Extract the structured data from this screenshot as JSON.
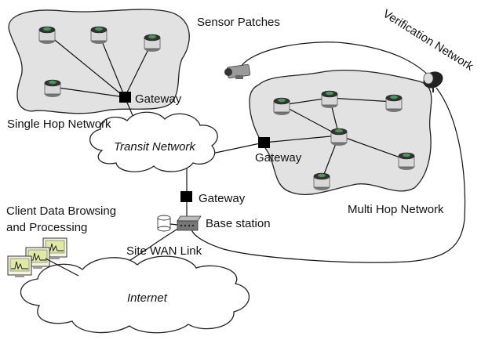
{
  "labels": {
    "sensor_patches": "Sensor Patches",
    "verification_network": "Verification Network",
    "single_hop_network": "Single Hop Network",
    "transit_network": "Transit Network",
    "multi_hop_network": "Multi Hop Network",
    "gateway": "Gateway",
    "base_station": "Base station",
    "client_data_line1": "Client Data Browsing",
    "client_data_line2": "and Processing",
    "site_wan_link": "Site WAN Link",
    "internet": "Internet"
  },
  "icons": {
    "sensor": "sensor-node-icon",
    "gateway": "gateway-box-icon",
    "camera": "camera-icon",
    "spotlight": "spotlight-icon",
    "base_station": "base-station-icon",
    "database": "database-icon",
    "monitor": "monitor-chart-icon"
  },
  "colors": {
    "patch_fill": "#e2e2e2",
    "gateway": "#000000",
    "monitor_screen": "#dfe9a8"
  }
}
